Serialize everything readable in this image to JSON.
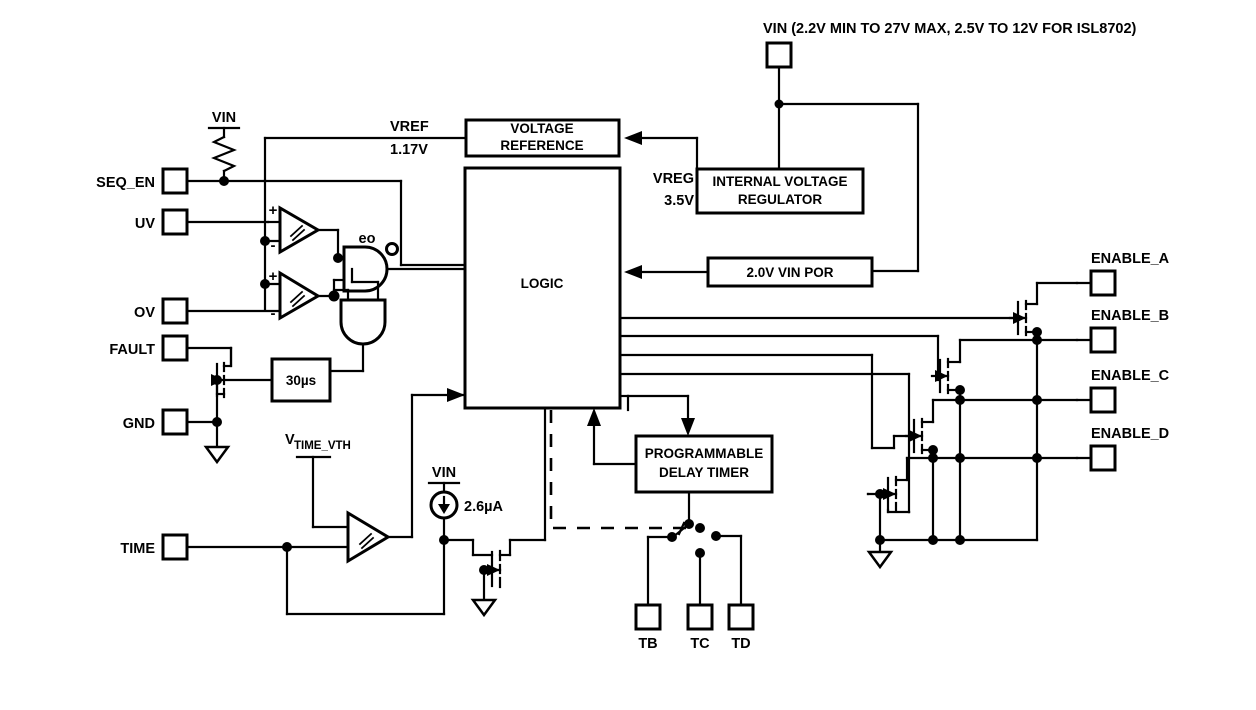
{
  "diagram": {
    "title": "VIN (2.2V MIN TO 27V MAX, 2.5V TO 12V FOR ISL8702)",
    "type": "functional-block-diagram",
    "background_color": "#ffffff",
    "line_color": "#000000"
  },
  "pins": {
    "left": [
      {
        "id": "seq_en",
        "label": "SEQ_EN"
      },
      {
        "id": "uv",
        "label": "UV"
      },
      {
        "id": "ov",
        "label": "OV"
      },
      {
        "id": "fault",
        "label": "FAULT"
      },
      {
        "id": "gnd",
        "label": "GND"
      },
      {
        "id": "time",
        "label": "TIME"
      }
    ],
    "right": [
      {
        "id": "enable_a",
        "label": "ENABLE_A"
      },
      {
        "id": "enable_b",
        "label": "ENABLE_B"
      },
      {
        "id": "enable_c",
        "label": "ENABLE_C"
      },
      {
        "id": "enable_d",
        "label": "ENABLE_D"
      }
    ],
    "bottom": [
      {
        "id": "tb",
        "label": "TB"
      },
      {
        "id": "tc",
        "label": "TC"
      },
      {
        "id": "td",
        "label": "TD"
      }
    ],
    "top": [
      {
        "id": "vin_top",
        "label": "VIN (2.2V MIN TO 27V MAX, 2.5V TO 12V FOR ISL8702)"
      }
    ]
  },
  "blocks": {
    "voltage_reference": {
      "line1": "VOLTAGE",
      "line2": "REFERENCE"
    },
    "internal_regulator": {
      "line1": "INTERNAL VOLTAGE",
      "line2": "REGULATOR"
    },
    "vin_por": {
      "line1": "2.0V VIN POR"
    },
    "logic": {
      "line1": "LOGIC"
    },
    "delay_timer": {
      "line1": "PROGRAMMABLE",
      "line2": "DELAY TIMER"
    },
    "fault_delay": {
      "line1": "30µs"
    }
  },
  "net_labels": {
    "vref_name": "VREF",
    "vref_value": "1.17V",
    "vreg_name": "VREG",
    "vreg_value": "3.5V",
    "vin_pullup": "VIN",
    "vin_current_source": "VIN",
    "current_source_value": "2.6µA",
    "comparator_out": "eo",
    "time_threshold_main": "V",
    "time_threshold_sub": "TIME_VTH"
  },
  "symbols": {
    "plus": "+",
    "minus": "-"
  }
}
